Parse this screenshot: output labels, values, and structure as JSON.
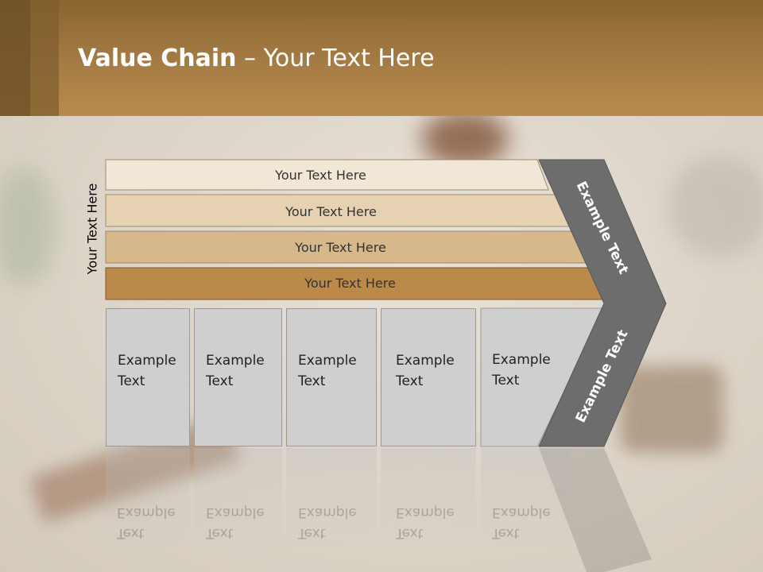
{
  "title": {
    "bold": "Value Chain",
    "rest": " – Your Text Here"
  },
  "side_label": "Your Text Here",
  "bars": [
    {
      "label": "Your Text Here",
      "color": "#f1e7d7"
    },
    {
      "label": "Your Text Here",
      "color": "#e6d2b3"
    },
    {
      "label": "Your Text Here",
      "color": "#d7b88a"
    },
    {
      "label": "Your Text Here",
      "color": "#bb8a4a"
    }
  ],
  "boxes": [
    {
      "line1": "Example",
      "line2": "Text"
    },
    {
      "line1": "Example",
      "line2": "Text"
    },
    {
      "line1": "Example",
      "line2": "Text"
    },
    {
      "line1": "Example",
      "line2": "Text"
    },
    {
      "line1": "Example",
      "line2": "Text"
    }
  ],
  "chevron": {
    "upper_label": "Example Text",
    "lower_label": "Example Text",
    "color": "#6d6d6d"
  }
}
